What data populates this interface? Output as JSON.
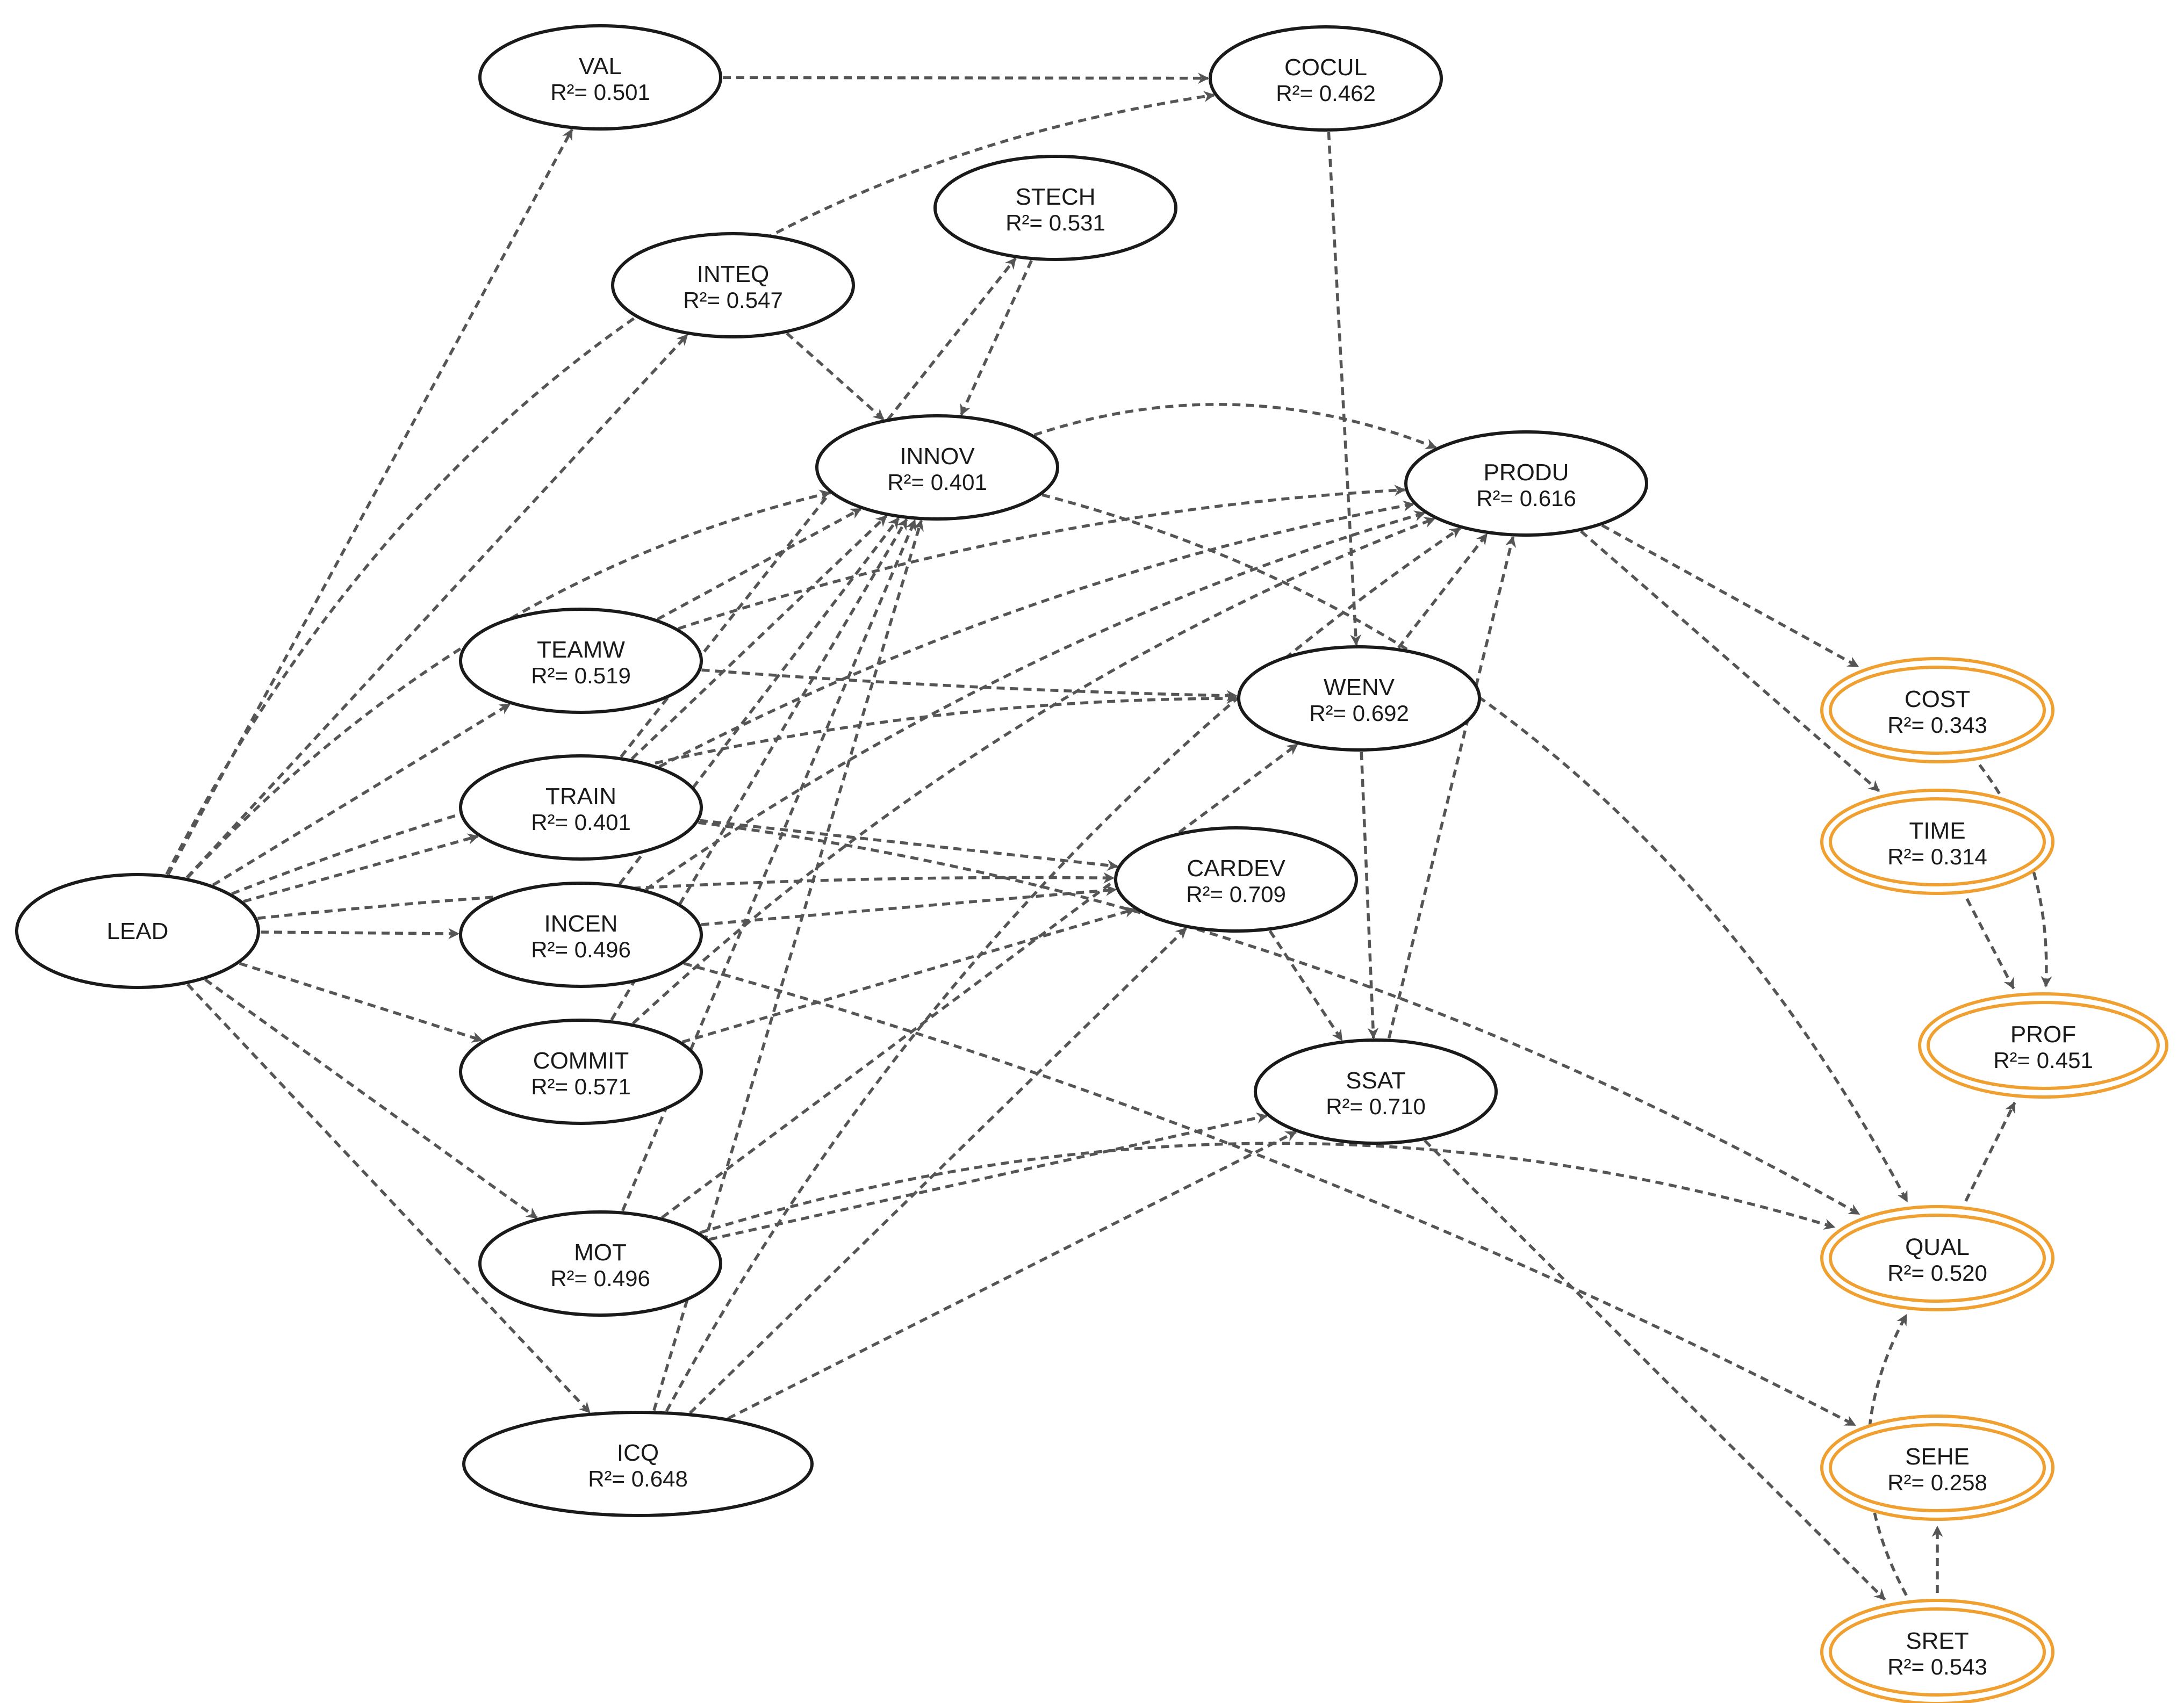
{
  "diagram": {
    "colors": {
      "construct": "#1a1a1a",
      "outcome": "#f0a030",
      "edge": "#555555"
    },
    "nodes": [
      {
        "id": "LEAD",
        "label": "LEAD",
        "r2": "",
        "type": "construct"
      },
      {
        "id": "VAL",
        "label": "VAL",
        "r2": "R²= 0.501",
        "type": "construct"
      },
      {
        "id": "COCUL",
        "label": "COCUL",
        "r2": "R²= 0.462",
        "type": "construct"
      },
      {
        "id": "STECH",
        "label": "STECH",
        "r2": "R²= 0.531",
        "type": "construct"
      },
      {
        "id": "INTEQ",
        "label": "INTEQ",
        "r2": "R²= 0.547",
        "type": "construct"
      },
      {
        "id": "INNOV",
        "label": "INNOV",
        "r2": "R²= 0.401",
        "type": "construct"
      },
      {
        "id": "PRODU",
        "label": "PRODU",
        "r2": "R²= 0.616",
        "type": "construct"
      },
      {
        "id": "TEAMW",
        "label": "TEAMW",
        "r2": "R²= 0.519",
        "type": "construct"
      },
      {
        "id": "WENV",
        "label": "WENV",
        "r2": "R²= 0.692",
        "type": "construct"
      },
      {
        "id": "TRAIN",
        "label": "TRAIN",
        "r2": "R²= 0.401",
        "type": "construct"
      },
      {
        "id": "CARDEV",
        "label": "CARDEV",
        "r2": "R²= 0.709",
        "type": "construct"
      },
      {
        "id": "INCEN",
        "label": "INCEN",
        "r2": "R²= 0.496",
        "type": "construct"
      },
      {
        "id": "COMMIT",
        "label": "COMMIT",
        "r2": "R²= 0.571",
        "type": "construct"
      },
      {
        "id": "SSAT",
        "label": "SSAT",
        "r2": "R²= 0.710",
        "type": "construct"
      },
      {
        "id": "MOT",
        "label": "MOT",
        "r2": "R²= 0.496",
        "type": "construct"
      },
      {
        "id": "ICQ",
        "label": "ICQ",
        "r2": "R²= 0.648",
        "type": "construct"
      },
      {
        "id": "COST",
        "label": "COST",
        "r2": "R²= 0.343",
        "type": "outcome"
      },
      {
        "id": "TIME",
        "label": "TIME",
        "r2": "R²= 0.314",
        "type": "outcome"
      },
      {
        "id": "PROF",
        "label": "PROF",
        "r2": "R²= 0.451",
        "type": "outcome"
      },
      {
        "id": "QUAL",
        "label": "QUAL",
        "r2": "R²= 0.520",
        "type": "outcome"
      },
      {
        "id": "SEHE",
        "label": "SEHE",
        "r2": "R²= 0.258",
        "type": "outcome"
      },
      {
        "id": "SRET",
        "label": "SRET",
        "r2": "R²= 0.543",
        "type": "outcome"
      }
    ],
    "edges": [
      [
        "LEAD",
        "VAL"
      ],
      [
        "LEAD",
        "COCUL"
      ],
      [
        "LEAD",
        "INTEQ"
      ],
      [
        "LEAD",
        "INNOV"
      ],
      [
        "LEAD",
        "TEAMW"
      ],
      [
        "LEAD",
        "TRAIN"
      ],
      [
        "LEAD",
        "INCEN"
      ],
      [
        "LEAD",
        "COMMIT"
      ],
      [
        "LEAD",
        "MOT"
      ],
      [
        "LEAD",
        "ICQ"
      ],
      [
        "LEAD",
        "WENV"
      ],
      [
        "LEAD",
        "CARDEV"
      ],
      [
        "VAL",
        "COCUL"
      ],
      [
        "COCUL",
        "WENV"
      ],
      [
        "STECH",
        "INNOV"
      ],
      [
        "INTEQ",
        "INNOV"
      ],
      [
        "INNOV",
        "PRODU"
      ],
      [
        "INNOV",
        "QUAL"
      ],
      [
        "TEAMW",
        "WENV"
      ],
      [
        "TEAMW",
        "PRODU"
      ],
      [
        "TEAMW",
        "INNOV"
      ],
      [
        "TRAIN",
        "STECH"
      ],
      [
        "TRAIN",
        "PRODU"
      ],
      [
        "TRAIN",
        "CARDEV"
      ],
      [
        "TRAIN",
        "INNOV"
      ],
      [
        "TRAIN",
        "QUAL"
      ],
      [
        "INCEN",
        "CARDEV"
      ],
      [
        "INCEN",
        "PRODU"
      ],
      [
        "INCEN",
        "INNOV"
      ],
      [
        "INCEN",
        "SEHE"
      ],
      [
        "COMMIT",
        "CARDEV"
      ],
      [
        "COMMIT",
        "INNOV"
      ],
      [
        "COMMIT",
        "PRODU"
      ],
      [
        "MOT",
        "SSAT"
      ],
      [
        "MOT",
        "WENV"
      ],
      [
        "MOT",
        "INNOV"
      ],
      [
        "MOT",
        "QUAL"
      ],
      [
        "ICQ",
        "SSAT"
      ],
      [
        "ICQ",
        "CARDEV"
      ],
      [
        "ICQ",
        "INNOV"
      ],
      [
        "ICQ",
        "PRODU"
      ],
      [
        "WENV",
        "PRODU"
      ],
      [
        "WENV",
        "SSAT"
      ],
      [
        "CARDEV",
        "SSAT"
      ],
      [
        "SSAT",
        "PRODU"
      ],
      [
        "SSAT",
        "SRET"
      ],
      [
        "PRODU",
        "COST"
      ],
      [
        "PRODU",
        "TIME"
      ],
      [
        "COST",
        "PROF"
      ],
      [
        "TIME",
        "PROF"
      ],
      [
        "QUAL",
        "PROF"
      ],
      [
        "SRET",
        "SEHE"
      ],
      [
        "SRET",
        "QUAL"
      ]
    ]
  }
}
